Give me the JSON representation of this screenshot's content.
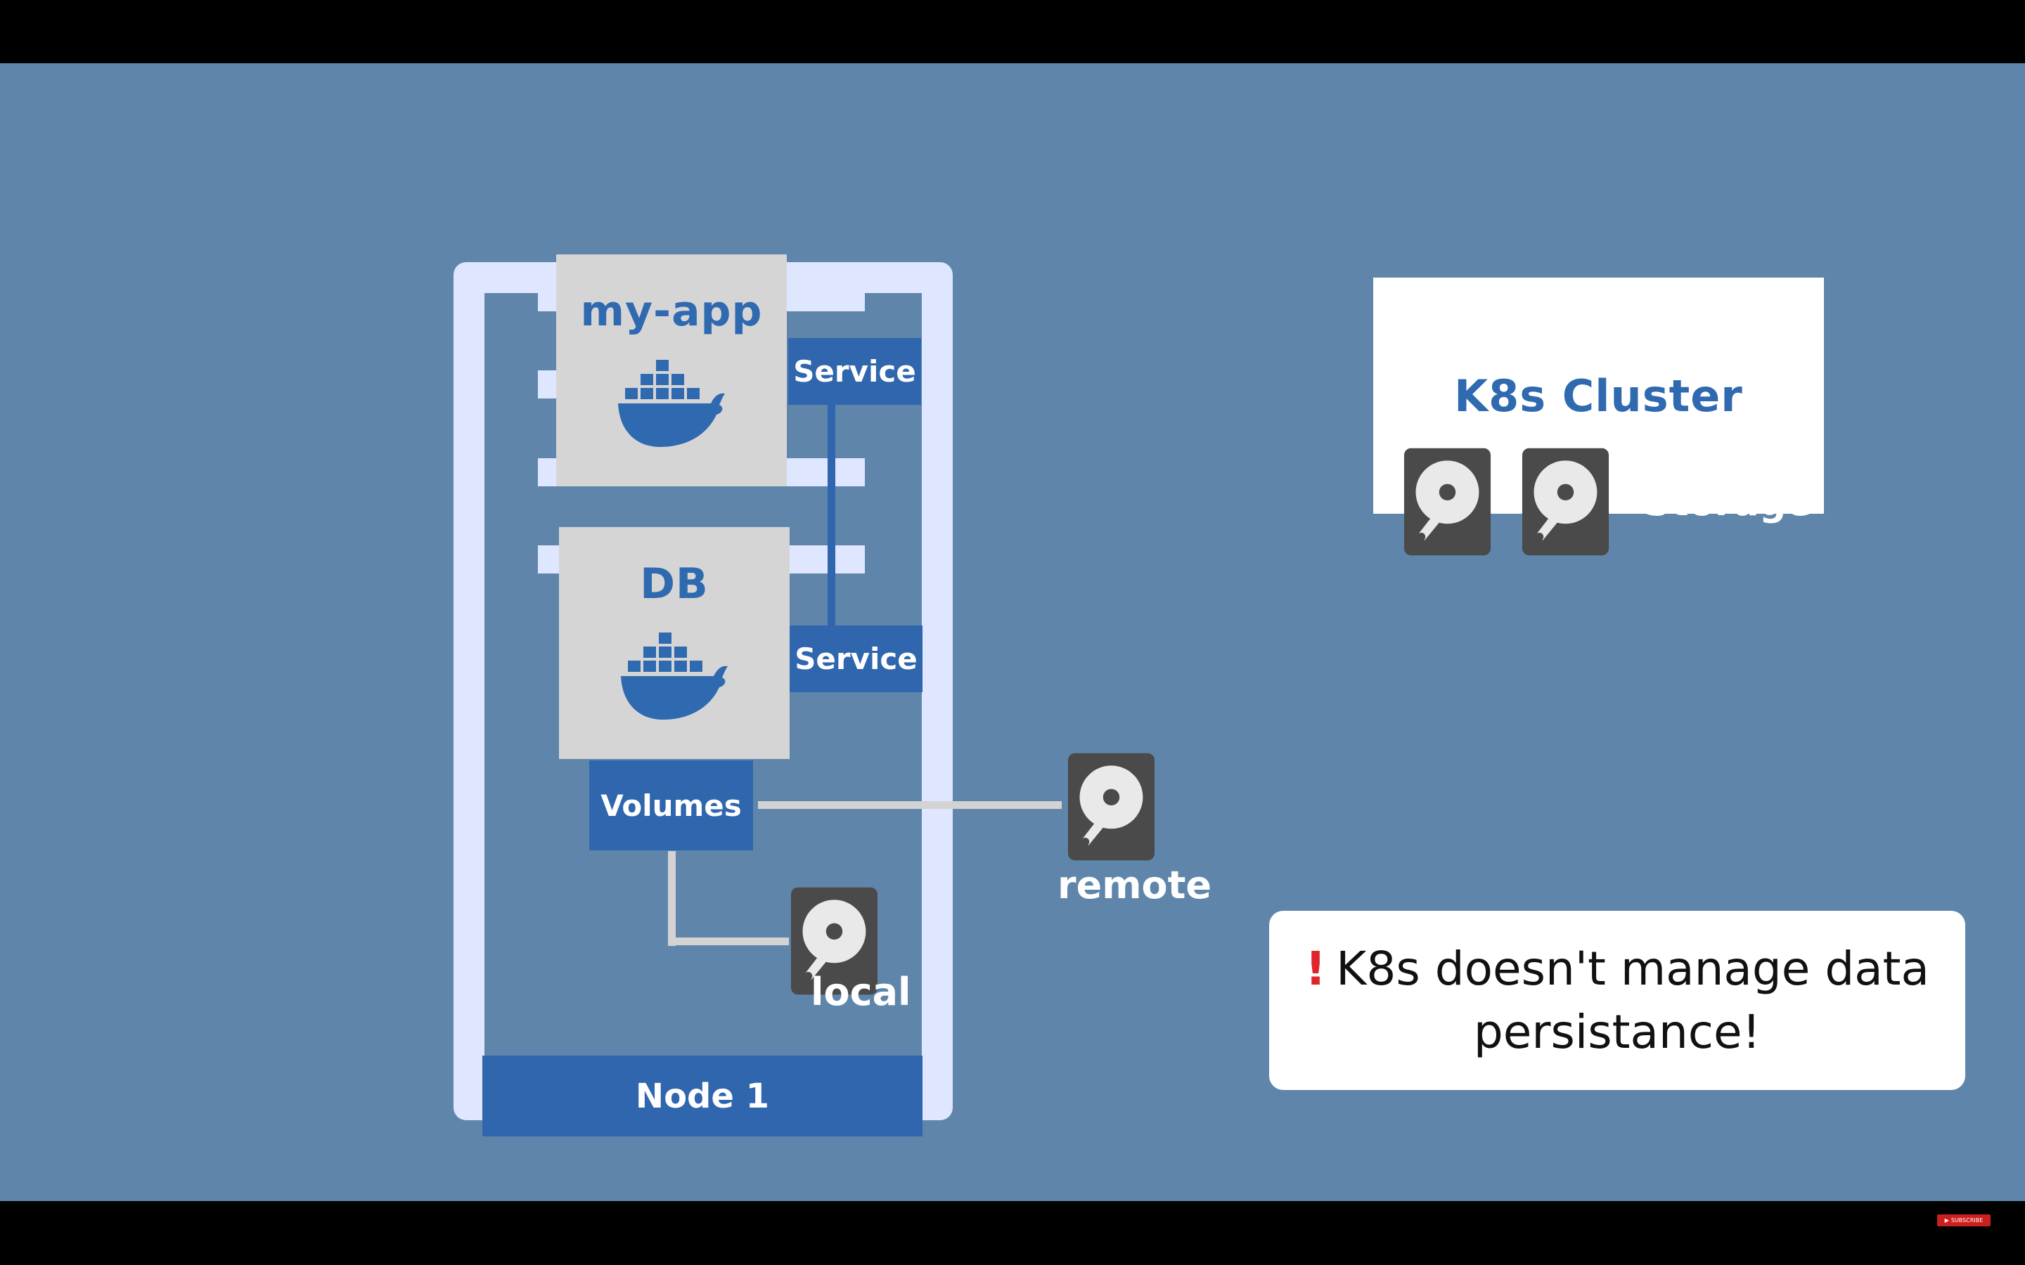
{
  "pods": {
    "app": {
      "label": "my-app"
    },
    "db": {
      "label": "DB"
    }
  },
  "services": {
    "app_service": "Service",
    "db_service": "Service"
  },
  "volumes_label": "Volumes",
  "node_label": "Node 1",
  "disks": {
    "local_label": "local",
    "remote_label": "remote",
    "storage_label": "Storage"
  },
  "cluster_label": "K8s Cluster",
  "callout": {
    "icon": "exclamation-icon",
    "line1": "K8s doesn't manage data",
    "line2": "persistance!"
  },
  "badge": {
    "label": "SUBSCRIBE"
  },
  "colors": {
    "background": "#5f86aa",
    "brand_blue": "#2f66ae",
    "frame": "#dfe6ff",
    "pod": "#d6d5d6",
    "disk": "#4a4a4a",
    "alert": "#e0242c"
  }
}
